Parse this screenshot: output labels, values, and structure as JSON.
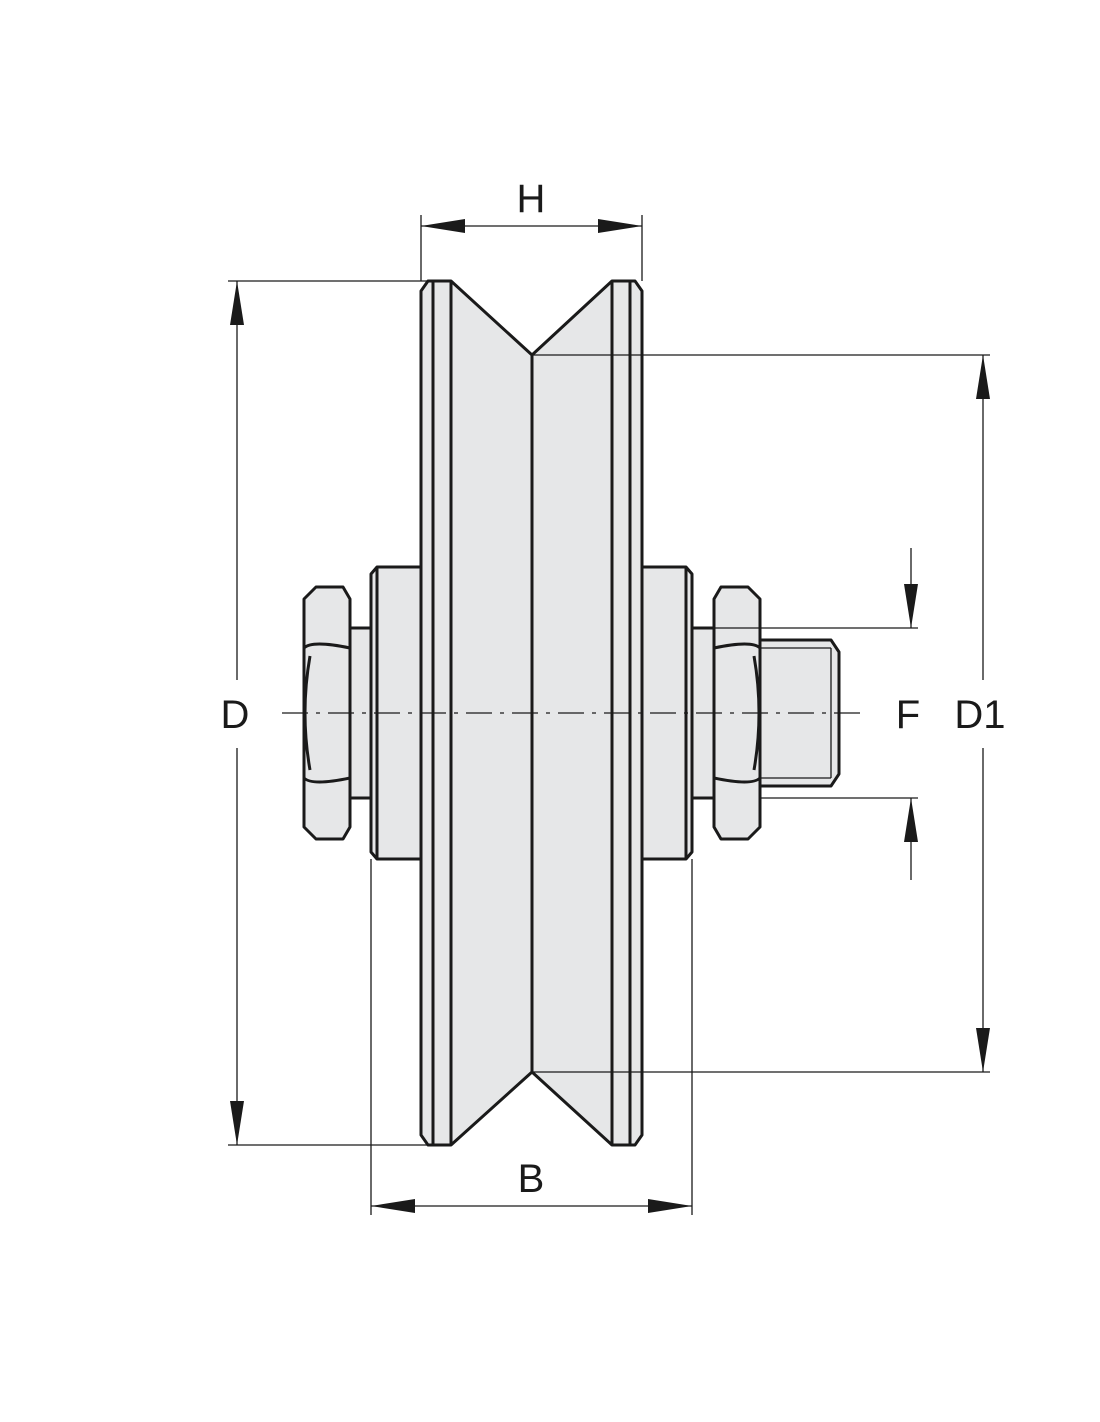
{
  "labels": {
    "H": "H",
    "D": "D",
    "F": "F",
    "D1": "D1",
    "B": "B"
  },
  "colors": {
    "line": "#1a1a1a",
    "fill": "#e6e7e8",
    "background": "#ffffff"
  }
}
